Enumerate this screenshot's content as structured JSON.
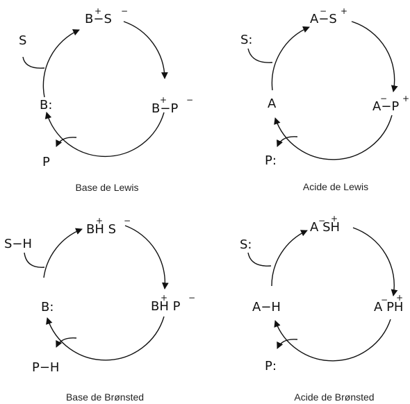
{
  "colors": {
    "ink": "#111111",
    "caption": "#222222",
    "background": "#ffffff"
  },
  "panels": [
    {
      "caption": "Base de Lewis",
      "top": {
        "pre": "B",
        "pre_charge": "+",
        "bond": "−",
        "post": "S",
        "post_charge": "−"
      },
      "right": {
        "pre": "B",
        "pre_charge": "+",
        "bond": "−",
        "post": "P",
        "post_charge": "−"
      },
      "left": "B:",
      "substrate": "S",
      "product": "P"
    },
    {
      "caption": "Acide de Lewis",
      "top": {
        "pre": "A",
        "pre_charge": "−",
        "bond": "−",
        "post": "S",
        "post_charge": "+"
      },
      "right": {
        "pre": "A",
        "pre_charge": "−",
        "bond": "−",
        "post": "P",
        "post_charge": "+"
      },
      "left": "A",
      "substrate": "S:",
      "product": "P:"
    },
    {
      "caption": "Base de Brønsted",
      "top": {
        "pre": "BH",
        "pre_charge": "+",
        "bond": " ",
        "post": "S",
        "post_charge": "−"
      },
      "right": {
        "pre": "BH",
        "pre_charge": "+",
        "bond": " ",
        "post": "P",
        "post_charge": "−"
      },
      "left": "B:",
      "substrate": "S−H",
      "product": "P−H"
    },
    {
      "caption": "Acide de Brønsted",
      "top": {
        "pre": "A",
        "pre_charge": "−",
        "bond": " ",
        "post": "SH",
        "post_charge": "+"
      },
      "right": {
        "pre": "A",
        "pre_charge": "−",
        "bond": " ",
        "post": "PH",
        "post_charge": "+"
      },
      "left": "A−H",
      "substrate": "S:",
      "product": "P:"
    }
  ]
}
